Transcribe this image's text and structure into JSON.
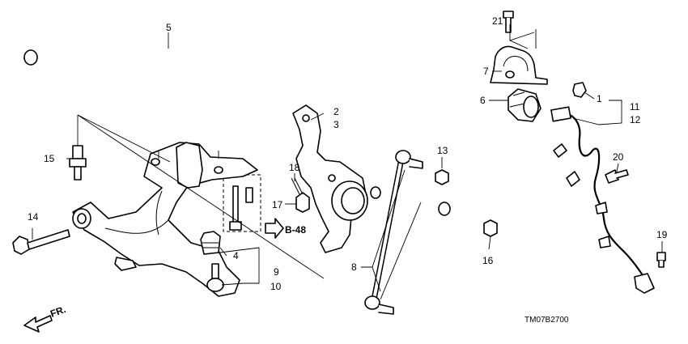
{
  "diagram": {
    "callouts": {
      "c1": "1",
      "c2": "2",
      "c3": "3",
      "c4": "4",
      "c5": "5",
      "c6": "6",
      "c7": "7",
      "c8": "8",
      "c9": "9",
      "c10": "10",
      "c11": "11",
      "c12": "12",
      "c13": "13",
      "c14": "14",
      "c15": "15",
      "c16": "16",
      "c17": "17",
      "c18": "18",
      "c19": "19",
      "c20": "20",
      "c21": "21"
    },
    "section_ref": "B-48",
    "front_indicator": "FR.",
    "figure_code": "TM07B2700"
  }
}
